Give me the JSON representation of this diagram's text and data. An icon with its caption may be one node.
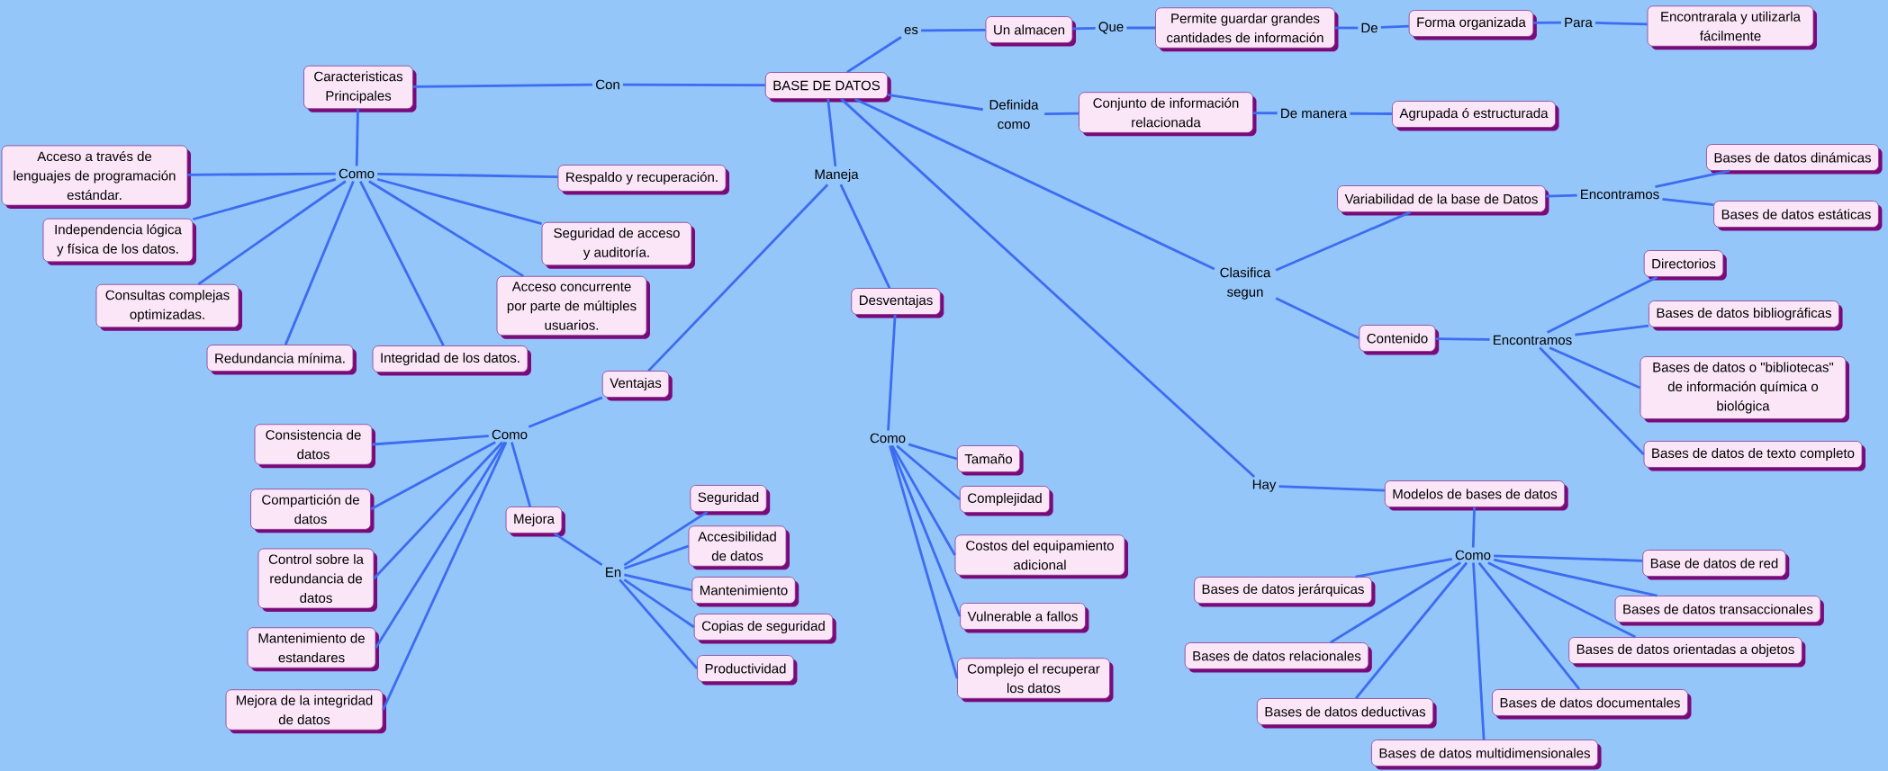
{
  "diagram": {
    "nodes": [
      {
        "text": [
          "BASE DE DATOS"
        ]
      },
      {
        "text": [
          "es"
        ]
      },
      {
        "text": [
          "Un almacen"
        ]
      },
      {
        "text": [
          "Que"
        ]
      },
      {
        "text": [
          "Permite guardar grandes cantidades de información"
        ]
      },
      {
        "text": [
          "De"
        ]
      },
      {
        "text": [
          "Forma organizada"
        ]
      },
      {
        "text": [
          "Para"
        ]
      },
      {
        "text": [
          "Encontrarala y utilizarla fácilmente"
        ]
      },
      {
        "text": [
          "Definida como"
        ]
      },
      {
        "text": [
          "Conjunto de información relacionada"
        ]
      },
      {
        "text": [
          "De manera"
        ]
      },
      {
        "text": [
          "Agrupada ó estructurada"
        ]
      },
      {
        "text": [
          "Con"
        ]
      },
      {
        "text": [
          "Caracteristicas Principales"
        ]
      },
      {
        "text": [
          "Como"
        ]
      },
      {
        "text": [
          "Acceso a través de lenguajes de programación estándar."
        ]
      },
      {
        "text": [
          "Respaldo y recuperación."
        ]
      },
      {
        "text": [
          "Independencia lógica y física de los datos."
        ]
      },
      {
        "text": [
          "Seguridad de acceso y auditoría."
        ]
      },
      {
        "text": [
          "Consultas complejas optimizadas."
        ]
      },
      {
        "text": [
          "Acceso concurrente por parte de múltiples usuarios."
        ]
      },
      {
        "text": [
          "Redundancia mínima."
        ]
      },
      {
        "text": [
          "Integridad de los datos."
        ]
      },
      {
        "text": [
          "Maneja"
        ]
      },
      {
        "text": [
          "Ventajas"
        ]
      },
      {
        "text": [
          "Desventajas"
        ]
      },
      {
        "text": [
          "Como"
        ]
      },
      {
        "text": [
          "Consistencia de datos"
        ]
      },
      {
        "text": [
          "Compartición de datos"
        ]
      },
      {
        "text": [
          "Mejora"
        ]
      },
      {
        "text": [
          "Control sobre la redundancia de datos"
        ]
      },
      {
        "text": [
          "En"
        ]
      },
      {
        "text": [
          "Mantenimiento de estandares"
        ]
      },
      {
        "text": [
          "Mejora de la integridad de datos"
        ]
      },
      {
        "text": [
          "Seguridad"
        ]
      },
      {
        "text": [
          "Accesibilidad de datos"
        ]
      },
      {
        "text": [
          "Mantenimiento"
        ]
      },
      {
        "text": [
          "Copias de seguridad"
        ]
      },
      {
        "text": [
          "Productividad"
        ]
      },
      {
        "text": [
          "Como"
        ]
      },
      {
        "text": [
          "Tamaño"
        ]
      },
      {
        "text": [
          "Complejidad"
        ]
      },
      {
        "text": [
          "Costos del equipamiento adicional"
        ]
      },
      {
        "text": [
          "Vulnerable a fallos"
        ]
      },
      {
        "text": [
          "Complejo el recuperar los datos"
        ]
      },
      {
        "text": [
          "Clasifica segun"
        ]
      },
      {
        "text": [
          "Variabilidad de la base de Datos"
        ]
      },
      {
        "text": [
          "Encontramos"
        ]
      },
      {
        "text": [
          "Bases de datos dinámicas"
        ]
      },
      {
        "text": [
          "Bases de datos estáticas"
        ]
      },
      {
        "text": [
          "Contenido"
        ]
      },
      {
        "text": [
          "Encontramos"
        ]
      },
      {
        "text": [
          "Directorios"
        ]
      },
      {
        "text": [
          "Bases de datos bibliográficas"
        ]
      },
      {
        "text": [
          "Bases de datos o \"bibliotecas\" de información química o biológica"
        ]
      },
      {
        "text": [
          "Bases de datos de texto completo"
        ]
      },
      {
        "text": [
          "Hay"
        ]
      },
      {
        "text": [
          "Modelos de bases de datos"
        ]
      },
      {
        "text": [
          "Como"
        ]
      },
      {
        "text": [
          "Base de datos de red"
        ]
      },
      {
        "text": [
          "Bases de datos jerárquicas"
        ]
      },
      {
        "text": [
          "Bases de datos transaccionales"
        ]
      },
      {
        "text": [
          "Bases de datos relacionales"
        ]
      },
      {
        "text": [
          "Bases de datos orientadas a objetos"
        ]
      },
      {
        "text": [
          "Bases de datos documentales"
        ]
      },
      {
        "text": [
          "Bases de datos deductivas"
        ]
      },
      {
        "text": [
          "Bases de datos multidimensionales"
        ]
      }
    ],
    "edges": [
      {
        "from": 0,
        "to": 1,
        "arrow": "none"
      },
      {
        "from": 1,
        "to": 2,
        "arrow": "none"
      },
      {
        "from": 2,
        "to": 3,
        "arrow": "none"
      },
      {
        "from": 3,
        "to": 4,
        "arrow": "none"
      },
      {
        "from": 4,
        "to": 5,
        "arrow": "none"
      },
      {
        "from": 5,
        "to": 6,
        "arrow": "none"
      },
      {
        "from": 6,
        "to": 7,
        "arrow": "none"
      },
      {
        "from": 7,
        "to": 8,
        "arrow": "none"
      },
      {
        "from": 0,
        "to": 9,
        "arrow": "none"
      },
      {
        "from": 9,
        "to": 10,
        "arrow": "none"
      },
      {
        "from": 10,
        "to": 11,
        "arrow": "none"
      },
      {
        "from": 11,
        "to": 12,
        "arrow": "none"
      },
      {
        "from": 0,
        "to": 13,
        "arrow": "none"
      },
      {
        "from": 13,
        "to": 14,
        "arrow": "none"
      },
      {
        "from": 14,
        "to": 15,
        "arrow": "none"
      },
      {
        "from": 15,
        "to": 16,
        "arrow": "none"
      },
      {
        "from": 15,
        "to": 17,
        "arrow": "none"
      },
      {
        "from": 15,
        "to": 18,
        "arrow": "none"
      },
      {
        "from": 15,
        "to": 19,
        "arrow": "none"
      },
      {
        "from": 15,
        "to": 20,
        "arrow": "none"
      },
      {
        "from": 15,
        "to": 21,
        "arrow": "none"
      },
      {
        "from": 15,
        "to": 22,
        "arrow": "none"
      },
      {
        "from": 15,
        "to": 23,
        "arrow": "none"
      },
      {
        "from": 0,
        "to": 24,
        "arrow": "none"
      },
      {
        "from": 24,
        "to": 25,
        "arrow": "none"
      },
      {
        "from": 24,
        "to": 26,
        "arrow": "none"
      },
      {
        "from": 25,
        "to": 27,
        "arrow": "none"
      },
      {
        "from": 27,
        "to": 28,
        "arrow": "none"
      },
      {
        "from": 27,
        "to": 29,
        "arrow": "none"
      },
      {
        "from": 27,
        "to": 30,
        "arrow": "none"
      },
      {
        "from": 27,
        "to": 31,
        "arrow": "none"
      },
      {
        "from": 27,
        "to": 33,
        "arrow": "none"
      },
      {
        "from": 27,
        "to": 34,
        "arrow": "none"
      },
      {
        "from": 30,
        "to": 32,
        "arrow": "none"
      },
      {
        "from": 32,
        "to": 35,
        "arrow": "none"
      },
      {
        "from": 32,
        "to": 36,
        "arrow": "none"
      },
      {
        "from": 32,
        "to": 37,
        "arrow": "none"
      },
      {
        "from": 32,
        "to": 38,
        "arrow": "none"
      },
      {
        "from": 32,
        "to": 39,
        "arrow": "none"
      },
      {
        "from": 26,
        "to": 40,
        "arrow": "none"
      },
      {
        "from": 40,
        "to": 41,
        "arrow": "none"
      },
      {
        "from": 40,
        "to": 42,
        "arrow": "none"
      },
      {
        "from": 40,
        "to": 43,
        "arrow": "none"
      },
      {
        "from": 40,
        "to": 44,
        "arrow": "none"
      },
      {
        "from": 40,
        "to": 45,
        "arrow": "none"
      },
      {
        "from": 0,
        "to": 46,
        "arrow": "none"
      },
      {
        "from": 46,
        "to": 47,
        "arrow": "none"
      },
      {
        "from": 46,
        "to": 51,
        "arrow": "none"
      },
      {
        "from": 47,
        "to": 48,
        "arrow": "none"
      },
      {
        "from": 48,
        "to": 49,
        "arrow": "none"
      },
      {
        "from": 48,
        "to": 50,
        "arrow": "none"
      },
      {
        "from": 51,
        "to": 52,
        "arrow": "none"
      },
      {
        "from": 52,
        "to": 53,
        "arrow": "none"
      },
      {
        "from": 52,
        "to": 54,
        "arrow": "none"
      },
      {
        "from": 52,
        "to": 55,
        "arrow": "none"
      },
      {
        "from": 52,
        "to": 56,
        "arrow": "none"
      },
      {
        "from": 0,
        "to": 57,
        "arrow": "none"
      },
      {
        "from": 57,
        "to": 58,
        "arrow": "none"
      },
      {
        "from": 58,
        "to": 59,
        "arrow": "none"
      },
      {
        "from": 59,
        "to": 60,
        "arrow": "none"
      },
      {
        "from": 59,
        "to": 61,
        "arrow": "none"
      },
      {
        "from": 59,
        "to": 62,
        "arrow": "none"
      },
      {
        "from": 59,
        "to": 63,
        "arrow": "none"
      },
      {
        "from": 59,
        "to": 64,
        "arrow": "none"
      },
      {
        "from": 59,
        "to": 65,
        "arrow": "none"
      },
      {
        "from": 59,
        "to": 66,
        "arrow": "none"
      },
      {
        "from": 59,
        "to": 67,
        "arrow": "none"
      }
    ]
  }
}
